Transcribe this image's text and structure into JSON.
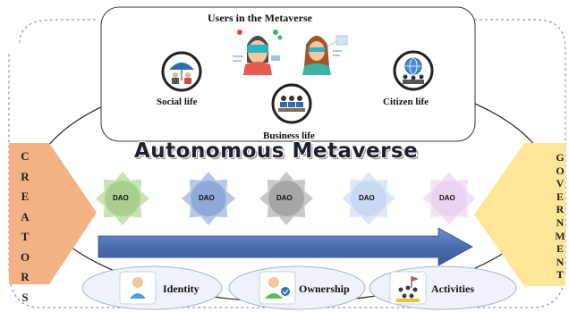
{
  "users": {
    "title": "Users in the Metaverse"
  },
  "social": {
    "label": "Social life"
  },
  "business": {
    "label": "Business life"
  },
  "citizen": {
    "label": "Citizen life"
  },
  "main_title": "Autonomous Metaverse",
  "creators": {
    "letters": [
      "C",
      "R",
      "E",
      "A",
      "T",
      "O",
      "R",
      "S"
    ]
  },
  "government": {
    "letters": [
      "G",
      "O",
      "V",
      "E",
      "R",
      "N",
      "M",
      "E",
      "N",
      "T"
    ]
  },
  "daos": [
    {
      "label": "DAO",
      "color": "#a8cf8e",
      "star": "#c7e3b4"
    },
    {
      "label": "DAO",
      "color": "#8fa9d8",
      "star": "#b6c7e8"
    },
    {
      "label": "DAO",
      "color": "#a6a6a6",
      "star": "#c8c8c8"
    },
    {
      "label": "DAO",
      "color": "#c7daf1",
      "star": "#dce8f7"
    },
    {
      "label": "DAO",
      "color": "#ecd2f2",
      "star": "#f3e2f6"
    }
  ],
  "identity": {
    "label": "Identity"
  },
  "ownership": {
    "label": "Ownership"
  },
  "activities": {
    "label": "Activities"
  },
  "colors": {
    "creators_arrow": "#f4b183",
    "government_arrow": "#ffe699",
    "flow_arrow": "#4f74b8",
    "pill_border": "#9fb4d6"
  }
}
